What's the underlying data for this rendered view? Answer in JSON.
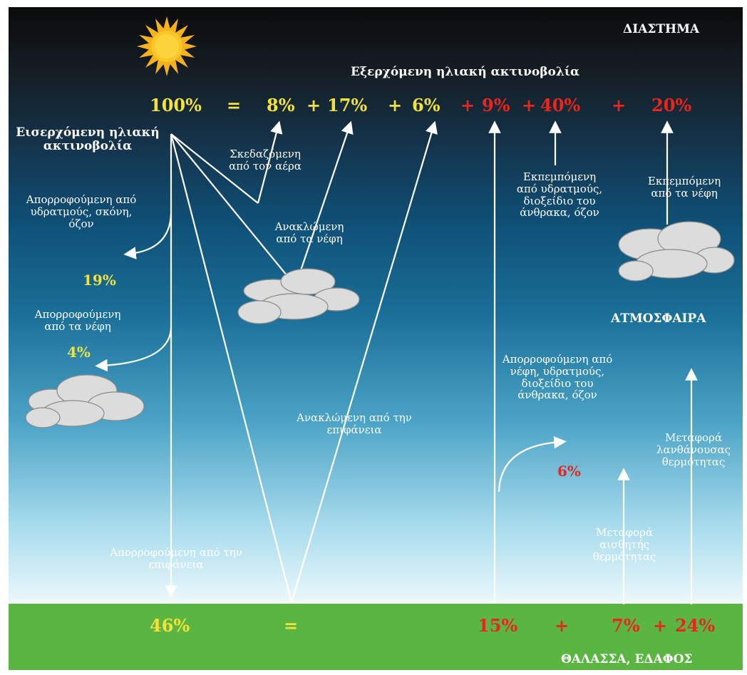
{
  "regions": {
    "space": "ΔΙΑΣΤΗΜΑ",
    "atmosphere": "ΑΤΜΟΣΦΑΙΡΑ",
    "ground": "ΘΑΛΑΣΣΑ, ΕΔΑΦΟΣ"
  },
  "headings": {
    "incoming": "Εισερχόμενη ηλιακή ακτινοβολία",
    "outgoing": "Εξερχόμενη ηλιακή ακτινοβολία"
  },
  "top_equation": {
    "total": "100%",
    "equals": "=",
    "v1": "8%",
    "plus1": "+",
    "v2": "17%",
    "plus2": "+",
    "v3": "6%",
    "plus3": "+",
    "v4": "9%",
    "plus4": "+",
    "v5": "40%",
    "plus5": "+",
    "v6": "20%"
  },
  "bottom_equation": {
    "total": "46%",
    "equals": "=",
    "v1": "15%",
    "plus1": "+",
    "v2": "7%",
    "plus2": "+",
    "v3": "24%"
  },
  "labels": {
    "scattered_air": "Σκεδαζόμενη από τον αέρα",
    "reflected_clouds": "Ανακλώμενη από τα νέφη",
    "absorbed_vapor": "Απορροφούμενη από υδρατμούς, σκόνη, όζον",
    "absorbed_vapor_pct": "19%",
    "absorbed_clouds": "Απορροφούμενη από τα νέφη",
    "absorbed_clouds_pct": "4%",
    "reflected_surface": "Ανακλώμενη από την επιφάνεια",
    "absorbed_surface": "Απορροφούμενη από την επιφάνεια",
    "emitted_vapor": "Εκπεμπόμενη από υδρατμούς, διοξείδιο του άνθρακα, όζον",
    "emitted_clouds": "Εκπεμπόμενη από τα νέφη",
    "absorbed_clouds_gases": "Απορροφούμενη από νέφη, υδρατμούς, διοξείδιο του άνθρακα, όζον",
    "absorbed_clouds_gases_pct": "6%",
    "latent_heat": "Μεταφορά λανθάνουσας θερμότητας",
    "sensible_heat": "Μεταφορά αισθητής θερμότητας"
  },
  "colors": {
    "yellow": "#f2e23a",
    "red": "#e8261d",
    "ground": "#5bb543",
    "sun": "#f6b21a"
  }
}
